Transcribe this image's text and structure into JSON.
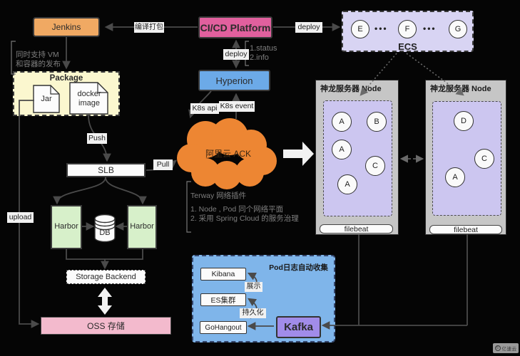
{
  "pipeline": {
    "jenkins": "Jenkins",
    "cicd_platform": "CI/CD Platform",
    "hyperion": "Hyperion",
    "ack_cloud": "阿里云 ACK"
  },
  "edge_labels": {
    "compile_package": "编译打包",
    "deploy_ecs": "deploy",
    "deploy_hyperion": "deploy",
    "push": "Push",
    "pull": "Pull",
    "upload": "upload",
    "k8s_api": "K8s api",
    "k8s_event": "K8s event",
    "display": "展示",
    "persist": "持久化"
  },
  "notes": {
    "vm_line1": "同时支持 VM",
    "vm_line2": "和容器的发布",
    "status_line1": "1.status",
    "status_line2": "2.info",
    "terway_title": "Terway 网络插件",
    "terway_item1": "1.  Node , Pod 同个网络平面",
    "terway_item2": "2. 采用 Spring Cloud 的服务治理"
  },
  "package": {
    "title": "Package",
    "jar": "Jar",
    "docker_image": "docker image"
  },
  "registry": {
    "slb": "SLB",
    "harbor_left": "Harbor",
    "harbor_right": "Harbor",
    "db": "DB",
    "storage_backend": "Storage Backend",
    "oss": "OSS 存储"
  },
  "ecs": {
    "label": "ECS",
    "instances": [
      "E",
      "F",
      "G"
    ],
    "separator": "•••"
  },
  "node_left": {
    "title": "神龙服务器 Node",
    "pods": [
      "A",
      "B",
      "A",
      "C",
      "A"
    ],
    "filebeat": "filebeat"
  },
  "node_right": {
    "title": "神龙服务器 Node",
    "pods": [
      "D",
      "C",
      "A"
    ],
    "filebeat": "filebeat"
  },
  "log_collector": {
    "title": "Pod日志自动收集",
    "kibana": "Kibana",
    "es_cluster": "ES集群",
    "gohangout": "GoHangout",
    "kafka": "Kafka"
  },
  "watermark": "亿速云",
  "colors": {
    "jenkins": "#f0a963",
    "cicd_platform": "#e1609e",
    "hyperion": "#6caae8",
    "ack_cloud": "#ed8633",
    "package": "#fbf7cf",
    "harbor": "#d7f0ca",
    "oss": "#f3bacd",
    "ecs": "#d8d4f3",
    "node_outer": "#c6c6c6",
    "node_inner": "#ccc6f0",
    "log_collector": "#7fb5ea",
    "kafka": "#a18ce9"
  }
}
